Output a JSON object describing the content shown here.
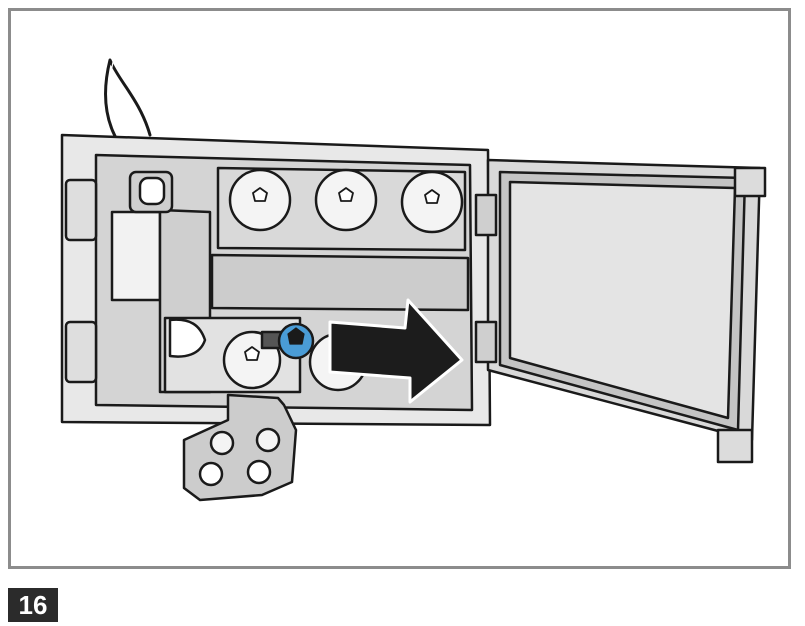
{
  "step": {
    "number": "16"
  },
  "colors": {
    "frame": "#8c8c8c",
    "panel": "#e6e6e6",
    "panel_dark": "#cfcfcf",
    "outline": "#1a1a1a",
    "arrow": "#1c1c1c",
    "screw_blue": "#4a9cd6",
    "badge": "#2b2b2b"
  },
  "icons": [
    "housing",
    "hinged-door",
    "cable",
    "fastener-screw",
    "removal-arrow",
    "hinge-bracket"
  ]
}
